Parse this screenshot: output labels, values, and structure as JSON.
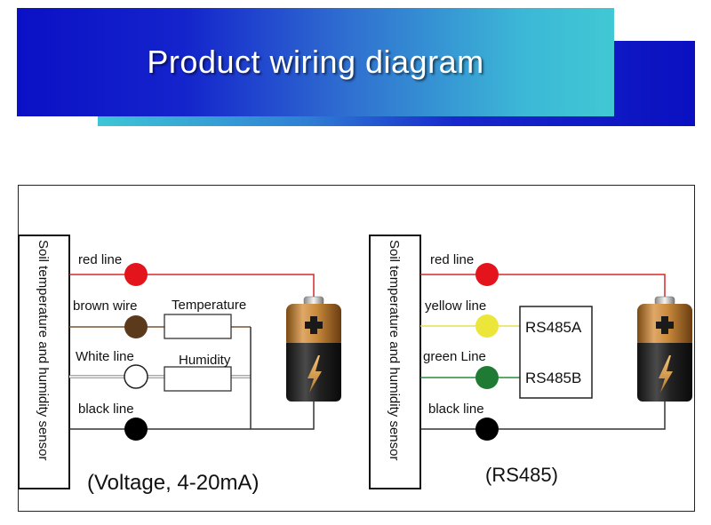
{
  "header": {
    "title": "Product wiring diagram",
    "colors": {
      "banner_dark": "#0b10c6",
      "banner_light": "#40c8d4"
    }
  },
  "panels": [
    {
      "id": "analog",
      "sensor_label": "Soil temperature and humidity sensor",
      "caption": "(Voltage, 4-20mA)",
      "wires": [
        {
          "label": "red line",
          "color": "#e3141b",
          "wire_color": "#d42a2a"
        },
        {
          "label": "brown wire",
          "color": "#5b3a1c",
          "wire_color": "#7a5230"
        },
        {
          "label": "White line",
          "color": "#ffffff",
          "wire_color": "#9a9a9a"
        },
        {
          "label": "black line",
          "color": "#000000",
          "wire_color": "#333333"
        }
      ],
      "components": [
        {
          "label": "Temperature"
        },
        {
          "label": "Humidity"
        }
      ],
      "battery": {
        "icon": "battery-icon",
        "positive_symbol": "+",
        "bolt_icon": "lightning-icon"
      }
    },
    {
      "id": "rs485",
      "sensor_label": "Soil temperature and humidity sensor",
      "caption": "(RS485)",
      "wires": [
        {
          "label": "red line",
          "color": "#e3141b",
          "wire_color": "#d42a2a"
        },
        {
          "label": "yellow line",
          "color": "#ece63a",
          "wire_color": "#e6e050"
        },
        {
          "label": "green Line",
          "color": "#1f7a34",
          "wire_color": "#2a8a3a"
        },
        {
          "label": "black line",
          "color": "#000000",
          "wire_color": "#333333"
        }
      ],
      "module": {
        "label_a": "RS485A",
        "label_b": "RS485B"
      },
      "battery": {
        "icon": "battery-icon",
        "positive_symbol": "+",
        "bolt_icon": "lightning-icon"
      }
    }
  ]
}
